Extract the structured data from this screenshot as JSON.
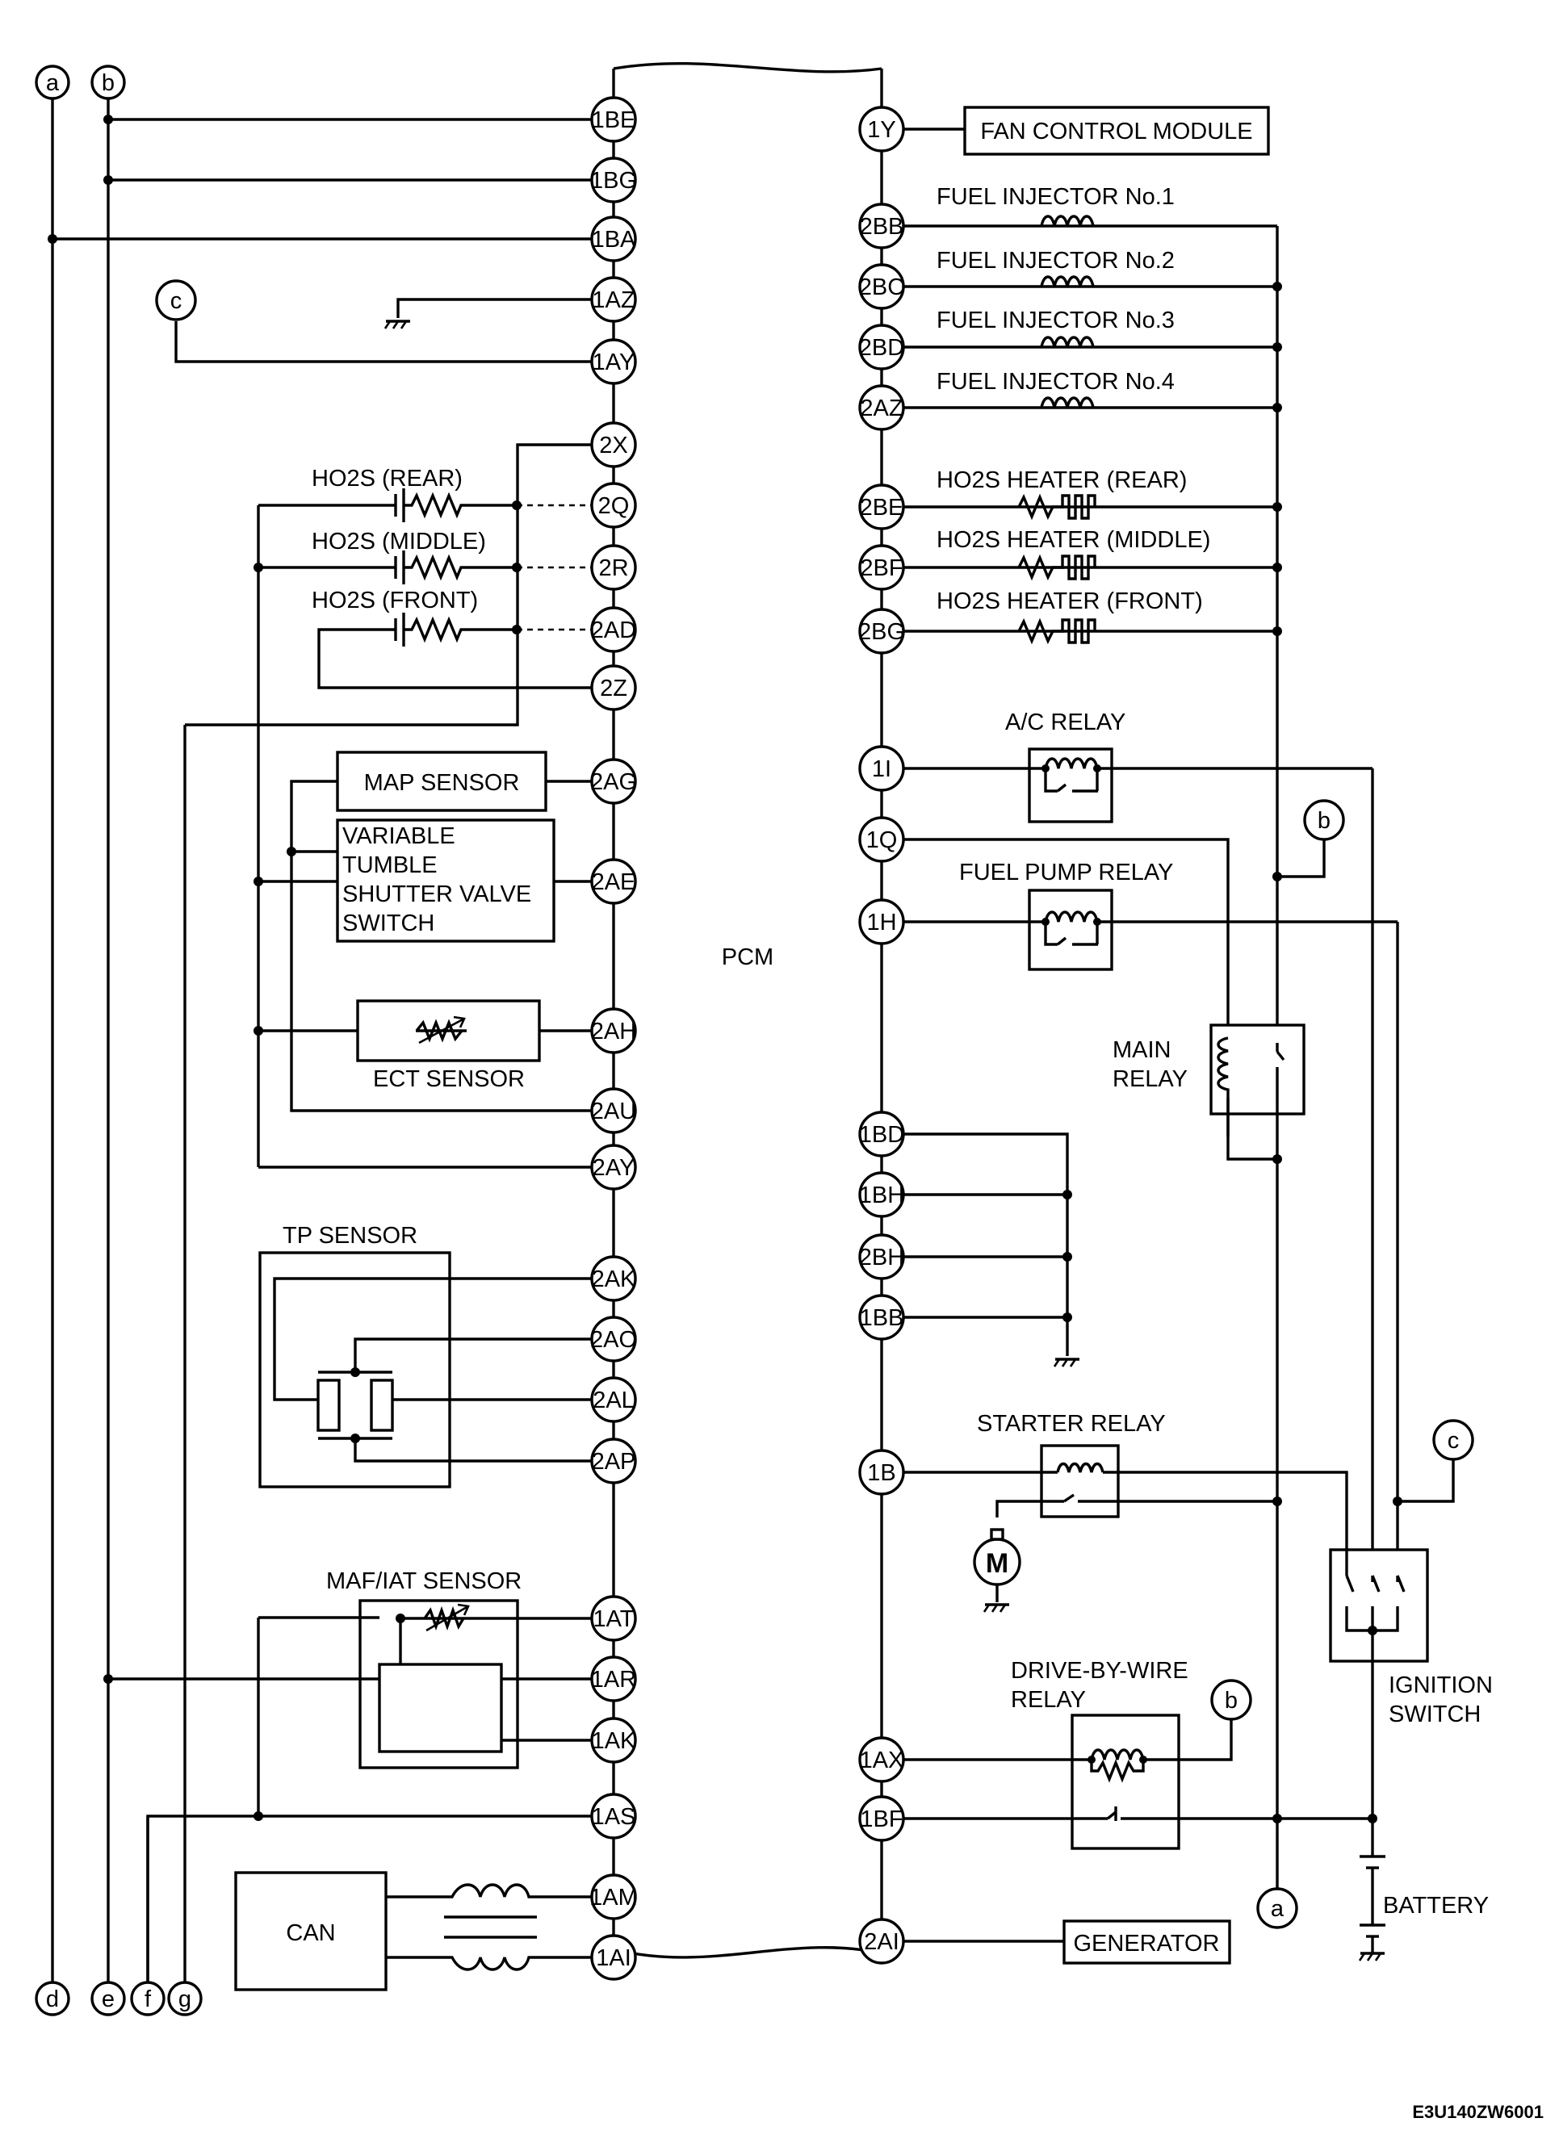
{
  "pcm": {
    "label": "PCM"
  },
  "connectors": {
    "a": "a",
    "b": "b",
    "c": "c",
    "d": "d",
    "e": "e",
    "f": "f",
    "g": "g"
  },
  "left_pins": [
    "1BE",
    "1BG",
    "1BA",
    "1AZ",
    "1AY",
    "2X",
    "2Q",
    "2R",
    "2AD",
    "2Z",
    "2AG",
    "2AE",
    "2AH",
    "2AU",
    "2AY",
    "2AK",
    "2AO",
    "2AL",
    "2AP",
    "1AT",
    "1AR",
    "1AK",
    "1AS",
    "1AM",
    "1AI"
  ],
  "right_pins": [
    "1Y",
    "2BB",
    "2BC",
    "2BD",
    "2AZ",
    "2BE",
    "2BF",
    "2BG",
    "1I",
    "1Q",
    "1H",
    "1BD",
    "1BH",
    "2BH",
    "1BB",
    "1B",
    "1AX",
    "1BF",
    "2AI"
  ],
  "components": {
    "fan_control_module": "FAN CONTROL MODULE",
    "fuel_injector_1": "FUEL INJECTOR No.1",
    "fuel_injector_2": "FUEL INJECTOR No.2",
    "fuel_injector_3": "FUEL INJECTOR No.3",
    "fuel_injector_4": "FUEL INJECTOR No.4",
    "ho2s_heater_rear": "HO2S HEATER (REAR)",
    "ho2s_heater_middle": "HO2S HEATER (MIDDLE)",
    "ho2s_heater_front": "HO2S HEATER (FRONT)",
    "ho2s_rear": "HO2S (REAR)",
    "ho2s_middle": "HO2S (MIDDLE)",
    "ho2s_front": "HO2S (FRONT)",
    "map_sensor": "MAP SENSOR",
    "vtsv_switch": [
      "VARIABLE",
      "TUMBLE",
      "SHUTTER VALVE",
      "SWITCH"
    ],
    "ect_sensor": "ECT SENSOR",
    "tp_sensor": "TP SENSOR",
    "maf_iat_sensor": "MAF/IAT SENSOR",
    "can": "CAN",
    "ac_relay": "A/C RELAY",
    "fuel_pump_relay": "FUEL PUMP RELAY",
    "main_relay": [
      "MAIN",
      "RELAY"
    ],
    "starter_relay": "STARTER RELAY",
    "motor": "M",
    "drive_by_wire_relay": [
      "DRIVE-BY-WIRE",
      "RELAY"
    ],
    "ignition_switch": [
      "IGNITION",
      "SWITCH"
    ],
    "battery": "BATTERY",
    "generator": "GENERATOR"
  },
  "figure_code": "E3U140ZW6001"
}
